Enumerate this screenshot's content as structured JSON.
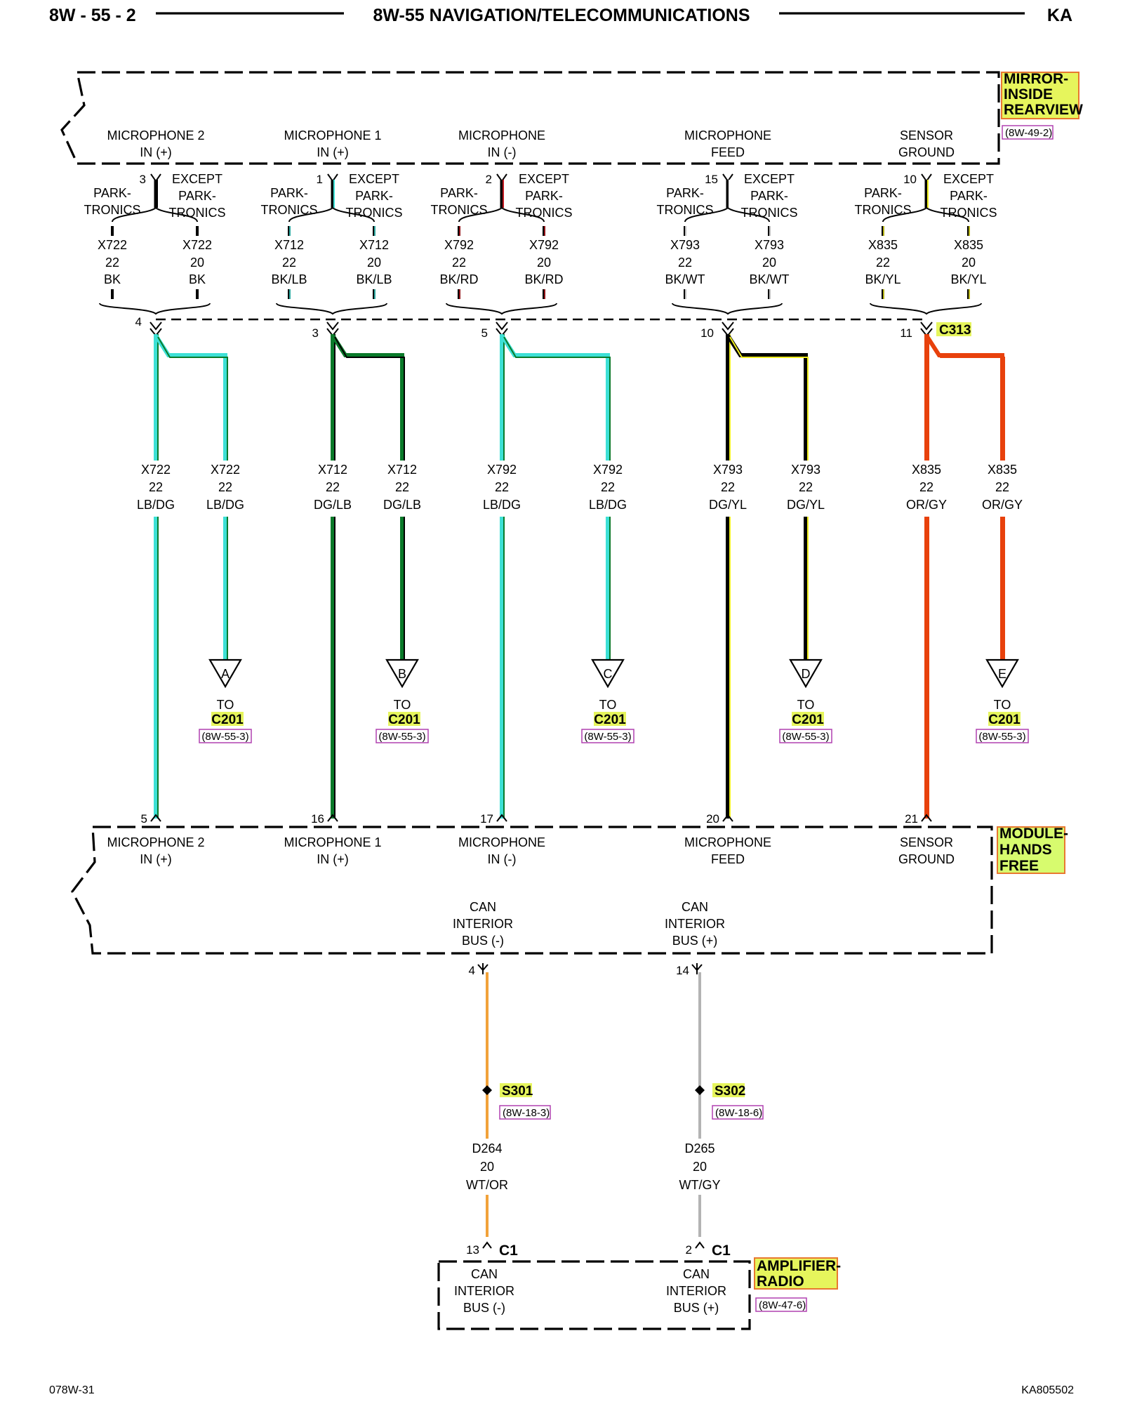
{
  "header": {
    "page_id": "8W - 55 - 2",
    "title": "8W-55 NAVIGATION/TELECOMMUNICATIONS",
    "model": "KA"
  },
  "footer": {
    "left": "078W-31",
    "right": "KA805502"
  },
  "mirror": {
    "title_lines": [
      "MIRROR-",
      "INSIDE",
      "REARVIEW"
    ],
    "ref": "(8W-49-2)",
    "pins": [
      {
        "l1": "MICROPHONE 2",
        "l2": "IN (+)"
      },
      {
        "l1": "MICROPHONE 1",
        "l2": "IN (+)"
      },
      {
        "l1": "MICROPHONE",
        "l2": "IN (-)"
      },
      {
        "l1": "MICROPHONE",
        "l2": "FEED"
      },
      {
        "l1": "SENSOR",
        "l2": "GROUND"
      }
    ]
  },
  "branch": {
    "left_lines": [
      "PARK-",
      "TRONICS"
    ],
    "right_lines": [
      "EXCEPT",
      "PARK-",
      "TRONICS"
    ]
  },
  "upper_circuits": [
    {
      "cavity": "3",
      "left": {
        "circuit": "X722",
        "gauge": "22",
        "color": "BK"
      },
      "right": {
        "circuit": "X722",
        "gauge": "20",
        "color": "BK"
      }
    },
    {
      "cavity": "1",
      "left": {
        "circuit": "X712",
        "gauge": "22",
        "color": "BK/LB"
      },
      "right": {
        "circuit": "X712",
        "gauge": "20",
        "color": "BK/LB"
      }
    },
    {
      "cavity": "2",
      "left": {
        "circuit": "X792",
        "gauge": "22",
        "color": "BK/RD"
      },
      "right": {
        "circuit": "X792",
        "gauge": "20",
        "color": "BK/RD"
      }
    },
    {
      "cavity": "15",
      "left": {
        "circuit": "X793",
        "gauge": "22",
        "color": "BK/WT"
      },
      "right": {
        "circuit": "X793",
        "gauge": "20",
        "color": "BK/WT"
      }
    },
    {
      "cavity": "10",
      "left": {
        "circuit": "X835",
        "gauge": "22",
        "color": "BK/YL"
      },
      "right": {
        "circuit": "X835",
        "gauge": "20",
        "color": "BK/YL"
      }
    }
  ],
  "c313": {
    "label": "C313",
    "pins": [
      "4",
      "3",
      "5",
      "10",
      "11"
    ]
  },
  "lower_circuits": [
    {
      "main": {
        "circuit": "X722",
        "gauge": "22",
        "color": "LB/DG"
      },
      "branch": {
        "circuit": "X722",
        "gauge": "22",
        "color": "LB/DG"
      },
      "arrow": "A",
      "module_pin": "5"
    },
    {
      "main": {
        "circuit": "X712",
        "gauge": "22",
        "color": "DG/LB"
      },
      "branch": {
        "circuit": "X712",
        "gauge": "22",
        "color": "DG/LB"
      },
      "arrow": "B",
      "module_pin": "16"
    },
    {
      "main": {
        "circuit": "X792",
        "gauge": "22",
        "color": "LB/DG"
      },
      "branch": {
        "circuit": "X792",
        "gauge": "22",
        "color": "LB/DG"
      },
      "arrow": "C",
      "module_pin": "17"
    },
    {
      "main": {
        "circuit": "X793",
        "gauge": "22",
        "color": "DG/YL"
      },
      "branch": {
        "circuit": "X793",
        "gauge": "22",
        "color": "DG/YL"
      },
      "arrow": "D",
      "module_pin": "20"
    },
    {
      "main": {
        "circuit": "X835",
        "gauge": "22",
        "color": "OR/GY"
      },
      "branch": {
        "circuit": "X835",
        "gauge": "22",
        "color": "OR/GY"
      },
      "arrow": "E",
      "module_pin": "21"
    }
  ],
  "offpage": {
    "to": "TO",
    "connector": "C201",
    "ref": "(8W-55-3)"
  },
  "module": {
    "title_lines": [
      "MODULE-",
      "HANDS",
      "FREE"
    ],
    "pins": [
      {
        "l1": "MICROPHONE 2",
        "l2": "IN (+)"
      },
      {
        "l1": "MICROPHONE 1",
        "l2": "IN (+)"
      },
      {
        "l1": "MICROPHONE",
        "l2": "IN (-)"
      },
      {
        "l1": "MICROPHONE",
        "l2": "FEED"
      },
      {
        "l1": "SENSOR",
        "l2": "GROUND"
      }
    ],
    "can": [
      {
        "lines": [
          "CAN",
          "INTERIOR",
          "BUS (-)"
        ],
        "pin": "4"
      },
      {
        "lines": [
          "CAN",
          "INTERIOR",
          "BUS (+)"
        ],
        "pin": "14"
      }
    ]
  },
  "splices": [
    {
      "label": "S301",
      "ref": "(8W-18-3)",
      "circuit": "D264",
      "gauge": "20",
      "color": "WT/OR"
    },
    {
      "label": "S302",
      "ref": "(8W-18-6)",
      "circuit": "D265",
      "gauge": "20",
      "color": "WT/GY"
    }
  ],
  "amplifier": {
    "title_lines": [
      "AMPLIFIER-",
      "RADIO"
    ],
    "ref": "(8W-47-6)",
    "connector": "C1",
    "pins": [
      {
        "pin": "13",
        "lines": [
          "CAN",
          "INTERIOR",
          "BUS (-)"
        ]
      },
      {
        "pin": "2",
        "lines": [
          "CAN",
          "INTERIOR",
          "BUS (+)"
        ]
      }
    ]
  },
  "colors": {
    "black": "#000000",
    "light_blue": "#3de0d6",
    "dark_green": "#0a7a2a",
    "red": "#c0181f",
    "white": "#ffffff",
    "yellow": "#f0ee20",
    "orange_red": "#e8410c",
    "gray": "#b3b3b3",
    "orange": "#f2a23a",
    "tag_fill": "#e6f55c",
    "module_fill": "#d7fb6e",
    "module_border": "#e87830",
    "ref_border": "#b040b0"
  }
}
